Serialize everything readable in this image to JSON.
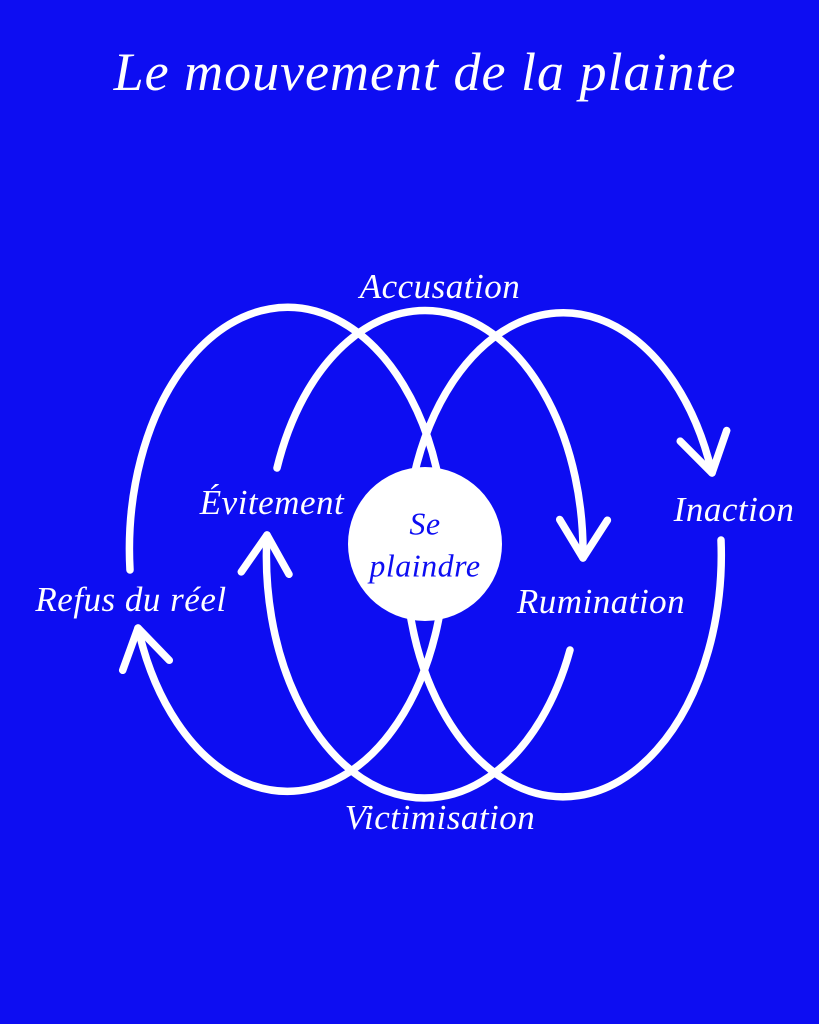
{
  "title": "Le mouvement de la plainte",
  "colors": {
    "background": "#0d0df2",
    "ink": "#ffffff"
  },
  "diagram": {
    "center": {
      "line1": "Se",
      "line2": "plaindre"
    },
    "nodes": [
      {
        "id": "accusation",
        "label": "Accusation"
      },
      {
        "id": "inaction",
        "label": "Inaction"
      },
      {
        "id": "rumination",
        "label": "Rumination"
      },
      {
        "id": "victimisation",
        "label": "Victimisation"
      },
      {
        "id": "refus-du-reel",
        "label": "Refus du réel"
      },
      {
        "id": "evitement",
        "label": "Évitement"
      }
    ]
  }
}
